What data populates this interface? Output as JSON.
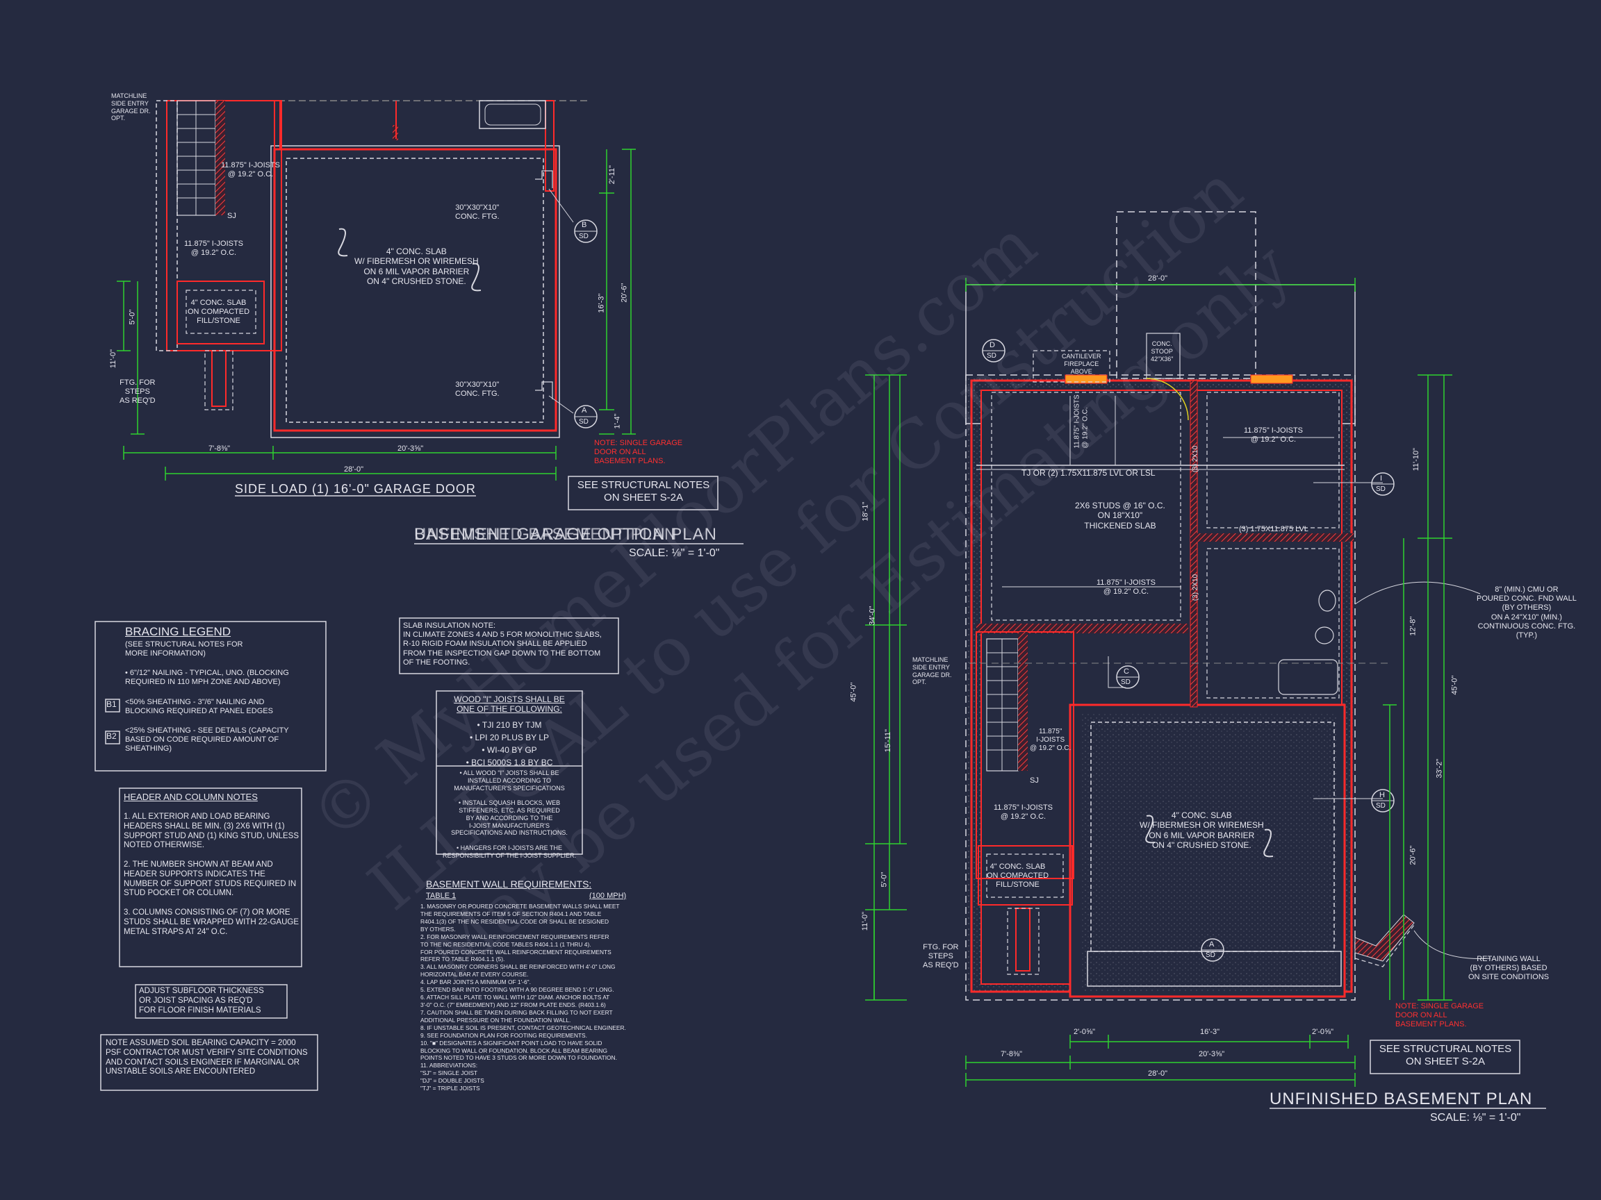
{
  "garage_option": {
    "matchline": "MATCHLINE\nSIDE ENTRY\nGARAGE DR.\nOPT.",
    "joists_upper": "11.875\" I-JOISTS\n@ 19.2\" O.C.",
    "sj": "SJ",
    "joists_lower": "11.875\" I-JOISTS\n@ 19.2\" O.C.",
    "ftg_top": "30\"x30\"x10\"\nCONC. FTG.",
    "ftg_bot": "30\"x30\"x10\"\nCONC. FTG.",
    "slab": "4\" CONC. SLAB\nw/ FIBERMESH OR WIREMESH\nON 6 MIL VAPOR BARRIER\nON 4\" CRUSHED STONE.",
    "slab_small": "4\" CONC. SLAB\nON COMPACTED\nFILL/STONE",
    "steps": "FTG. FOR\nSTEPS\nAS REQ'D",
    "dim_2_11": "2'-11\"",
    "dim_16_3": "16'-3\"",
    "dim_20_6": "20'-6\"",
    "dim_1_4": "1'-4\"",
    "dim_5_0": "5'-0\"",
    "dim_11_0": "11'-0\"",
    "dim_7_8": "7'-8⅜\"",
    "dim_20_3": "20'-3⅝\"",
    "dim_28": "28'-0\"",
    "tag_b": "B",
    "tag_a": "A",
    "tag_sd": "SD",
    "note_red": "NOTE: SINGLE GARAGE\nDOOR ON ALL\nBASEMENT PLANS.",
    "caption": "SIDE LOAD (1) 16'-0\" GARAGE DOOR",
    "struct_note": "SEE STRUCTURAL NOTES\nON SHEET S-2a",
    "title_a": "BASEMENT GARAGE OPTION PLAN",
    "title_b": "UNFINISHED BASEMENT PLAN",
    "scale": "SCALE: ⅛\" = 1'-0\""
  },
  "notes": {
    "bracing_title": "BRACING LEGEND",
    "bracing_sub": "(SEE STRUCTURAL NOTES FOR\nMORE INFORMATION)",
    "bracing_1": "• 6\"/12\" NAILING - TYPICAL, UNO. (BLOCKING\nREQUIRED IN 110 MPH ZONE AND ABOVE)",
    "b1_tag": "B1",
    "b1_text": "<50% SHEATHING - 3\"/6\" NAILING AND\nBLOCKING REQUIRED AT PANEL EDGES",
    "b2_tag": "B2",
    "b2_text": "<25% SHEATHING - SEE DETAILS (CAPACITY\nBASED ON CODE REQUIRED AMOUNT OF\nSHEATHING)",
    "slab_ins": "SLAB INSULATION NOTE:\nIN CLIMATE ZONES 4 AND 5 FOR MONOLITHIC SLABS,\nR-10 RIGID FOAM INSULATION SHALL BE APPLIED\nFROM THE INSPECTION GAP DOWN TO THE BOTTOM\nOF THE FOOTING.",
    "wood_title": "WOOD \"I\" JOISTS SHALL BE\nONE OF THE FOLLOWING:",
    "wood_list": "• TJI 210 BY TJM\n• LPI 20 PLUS BY LP\n• WI-40 BY GP\n• BCI 5000s 1.8 BY BC",
    "wood_notes": "• ALL WOOD \"I\" JOISTS SHALL BE\nINSTALLED ACCORDING TO\nMANUFACTURER'S SPECIFICATIONS\n\n• INSTALL SQUASH BLOCKS, WEB\nSTIFFENERS, ETC. AS REQUIRED\nBY AND ACCORDING TO THE\nI-JOIST MANUFACTURER'S\nSPECIFICATIONS AND INSTRUCTIONS.\n\n• HANGERS FOR I-JOISTS ARE THE\nRESPONSIBILITY OF THE I-JOIST SUPPLIER.",
    "header_title": "HEADER AND COLUMN NOTES",
    "header_text": "1. ALL EXTERIOR AND LOAD BEARING\nHEADERS SHALL BE MIN. (3) 2x6 WITH (1)\nSUPPORT STUD AND (1) KING STUD, UNLESS\nNOTED OTHERWISE.\n\n2. THE NUMBER SHOWN AT BEAM AND\nHEADER SUPPORTS INDICATES THE\nNUMBER OF SUPPORT STUDS REQUIRED IN\nSTUD POCKET OR COLUMN.\n\n3. COLUMNS CONSISTING OF (7) OR MORE\nSTUDS SHALL BE WRAPPED WITH 22-GAUGE\nMETAL STRAPS AT 24\" O.C.",
    "subfloor": "ADJUST SUBFLOOR THICKNESS\nOR JOIST SPACING AS REQ'D\nFOR FLOOR FINISH MATERIALS",
    "soil": "NOTE ASSUMED SOIL BEARING CAPACITY = 2000\nPSF CONTRACTOR MUST VERIFY SITE CONDITIONS\nAND CONTACT SOILS ENGINEER IF MARGINAL OR\nUNSTABLE SOILS ARE ENCOUNTERED",
    "bwr_title": "BASEMENT WALL REQUIREMENTS:",
    "bwr_table": "TABLE 1",
    "bwr_mph": "(100 MPH)",
    "bwr_text": "1. MASONRY OR POURED CONCRETE BASEMENT WALLS SHALL MEET\n   THE REQUIREMENTS OF ITEM 5 OF SECTION R404.1 AND TABLE\n   R404.1(3) OF THE NC RESIDENTIAL CODE OR SHALL BE DESIGNED\n   BY OTHERS.\n2. FOR MASONRY WALL REINFORCEMENT REQUIREMENTS REFER\n   TO THE NC RESIDENTIAL CODE TABLES R404.1.1 (1 THRU 4).\n   FOR POURED CONCRETE WALL REINFORCEMENT REQUIREMENTS\n   REFER TO TABLE R404.1.1 (5).\n3. ALL MASONRY CORNERS SHALL BE REINFORCED WITH 4'-0\" LONG\n   HORIZONTAL BAR AT EVERY COURSE.\n4. LAP BAR JOINTS A MINIMUM OF 1'-6\".\n5. EXTEND BAR INTO FOOTING WITH A 90 DEGREE BEND 1'-0\" LONG.\n6. ATTACH SILL PLATE TO WALL WITH 1/2\" DIAM. ANCHOR BOLTS AT\n   3'-0\" O.C. (7\" EMBEDMENT) AND 12\" FROM PLATE ENDS. (R403.1.6)\n7. CAUTION SHALL BE TAKEN DURING BACK FILLING TO NOT EXERT\n   ADDITIONAL PRESSURE ON THE FOUNDATION WALL.\n8. IF UNSTABLE SOIL IS PRESENT, CONTACT GEOTECHNICAL ENGINEER.\n9. SEE FOUNDATION PLAN FOR FOOTING REQUIREMENTS.\n10. \"■\" DESIGNATES A SIGNIFICANT POINT LOAD TO HAVE SOLID\n   BLOCKING TO WALL OR FOUNDATION. BLOCK ALL BEAM BEARING\n   POINTS NOTED TO HAVE 3 STUDS OR MORE DOWN TO FOUNDATION.\n11. ABBREVIATIONS:\n   \"SJ\" = SINGLE JOIST\n   \"DJ\" = DOUBLE JOISTS\n   \"TJ\" = TRIPLE JOISTS"
  },
  "basement": {
    "dim_top": "28'-0\"",
    "dim_left_34": "34'-0\"",
    "dim_left_18": "18'-1\"",
    "dim_left_15": "15'-11\"",
    "dim_left_45": "45'-0\"",
    "dim_left_5": "5'-0\"",
    "dim_left_11": "11'-0\"",
    "dim_right_11_10": "11'-10\"",
    "dim_right_12_8": "12'-8\"",
    "dim_right_45": "45'-0\"",
    "dim_right_33_2": "33'-2\"",
    "dim_right_20_6": "20'-6\"",
    "dim_b_2_04a": "2'-0⅝\"",
    "dim_b_16_3": "16'-3\"",
    "dim_b_2_04b": "2'-0⅝\"",
    "dim_b_7_8": "7'-8⅜\"",
    "dim_b_20_3": "20'-3⅝\"",
    "dim_b_28": "28'-0\"",
    "tag_d": "D",
    "tag_c": "C",
    "tag_i": "I",
    "tag_h": "H",
    "tag_a": "A",
    "tag_sd": "SD",
    "cantilever": "CANTILEVER\nFIREPLACE\nABOVE",
    "stoop": "CONC.\nSTOOP\n42\"x36\"",
    "joists_tl": "11.875\" I-JOISTS\n@ 19.2\" O.C.",
    "joists_tr": "11.875\" I-JOISTS\n@ 19.2\" O.C.",
    "beam": "TJ OR (2) 1.75x11.875 LVL OR LSL",
    "lvl_mid": "(3) 1.75x11.875 LVL",
    "lvl_v1": "(3) 2x10",
    "lvl_v2": "(3) 2x10",
    "studs": "2x6 STUDS @ 16\" O.C.\nON 18\"x10\"\nTHICKENED SLAB",
    "joists_mid": "11.875\" I-JOISTS\n@ 19.2\" O.C.",
    "matchline": "MATCHLINE\nSIDE ENTRY\nGARAGE DR.\nOPT.",
    "joists_stair": "11.875\"\nI-JOISTS\n@ 19.2\" O.C.",
    "sj": "SJ",
    "joists_bl": "11.875\" I-JOISTS\n@ 19.2\" O.C.",
    "slab": "4\" CONC. SLAB\nw/ FIBERMESH OR WIREMESH\nON 6 MIL VAPOR BARRIER\nON 4\" CRUSHED STONE.",
    "slab_small": "4\" CONC. SLAB\nON COMPACTED\nFILL/STONE",
    "steps": "FTG. FOR\nSTEPS\nAS REQ'D",
    "cmu": "8\" (MIN.) CMU OR\nPOURED CONC. FND WALL\n(BY OTHERS)\nON A 24\"x10\" (MIN.)\nCONTINUOUS CONC. FTG.\n(TYP.)",
    "retaining": "RETAINING WALL\n(BY OTHERS) BASED\nON SITE CONDITIONS",
    "note_red": "NOTE: SINGLE GARAGE\nDOOR ON ALL\nBASEMENT PLANS.",
    "struct_note": "SEE STRUCTURAL NOTES\nON SHEET S-2a",
    "title": "UNFINISHED BASEMENT PLAN",
    "scale": "SCALE: ⅛\" = 1'-0\""
  },
  "watermark": {
    "line1": "© MyHomeFloorPlans.com",
    "line2": "ILLEGAL to use for Construction",
    "line3": "May be used for Estimating only"
  },
  "colors": {
    "background": "#252a40",
    "wall": "#ff2a2a",
    "dimension": "#2fd12f",
    "linework": "#d8d8e0"
  }
}
